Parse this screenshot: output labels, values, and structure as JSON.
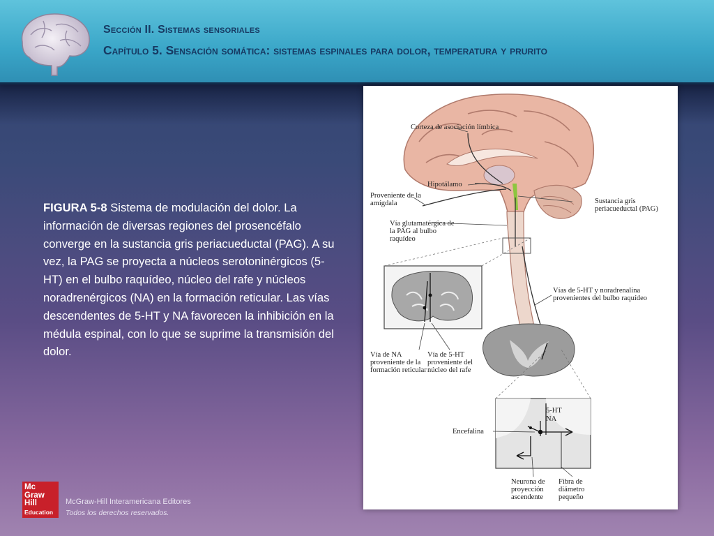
{
  "header": {
    "section_title": "Sección II. Sistemas sensoriales",
    "chapter_title": "Capítulo 5. Sensación somática: sistemas espinales para dolor, temperatura y prurito"
  },
  "caption": {
    "figure_label": "FIGURA 5-8",
    "text": " Sistema de modulación del dolor. La información de diversas regiones del prosencéfalo converge en la sustancia gris periacueductal (PAG). A su vez, la PAG se proyecta a núcleos serotoninérgicos (5-HT) en el bulbo raquídeo, núcleo del rafe y núcleos noradrenérgicos (NA) en la formación reticular. Las vías descendentes de 5-HT y NA favorecen la inhibición en la médula espinal, con lo que se suprime la transmisión del dolor."
  },
  "figure": {
    "labels": {
      "corteza": "Corteza de asociación límbica",
      "hipotalamo": "Hipotálamo",
      "amigdala": "Proveniente de la amígdala",
      "pag": "Sustancia gris periacueductal (PAG)",
      "glutamatergica": "Vía glutamatérgica de la PAG al bulbo raquídeo",
      "vias_5ht_na": "Vías de 5-HT y noradrenalina provenientes del bulbo raquídeo",
      "via_na": "Vía de NA proveniente de la formación reticular",
      "via_5ht": "Vía de 5-HT proveniente del núcleo del rafe",
      "label_5ht": "5-HT",
      "label_na": "NA",
      "encefalina": "Encefalina",
      "neurona": "Neurona de proyección ascendente",
      "fibra": "Fibra de diámetro pequeño"
    }
  },
  "footer": {
    "logo_line1": "Mc",
    "logo_line2": "Graw",
    "logo_line3": "Hill",
    "logo_line4": "Education",
    "publisher": "McGraw-Hill Interamericana Editores",
    "rights": "Todos los derechos reservados."
  },
  "colors": {
    "header_bg": "#3aa6c8",
    "title_text": "#173a63",
    "logo_red": "#c8202a",
    "pag_green": "#8dc63f"
  }
}
